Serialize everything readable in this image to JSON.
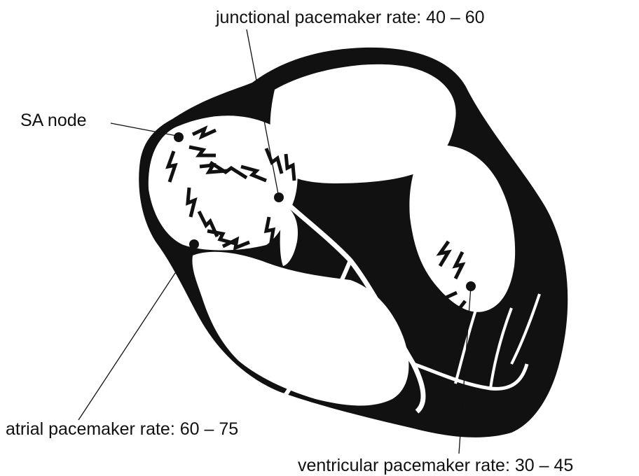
{
  "labels": {
    "junctional": "junctional pacemaker rate: 40 – 60",
    "sa_node": "SA node",
    "atrial": "atrial pacemaker rate: 60 – 75",
    "ventricular": "ventricular pacemaker rate: 30 – 45"
  },
  "colors": {
    "ink": "#111111",
    "background": "#ffffff"
  }
}
